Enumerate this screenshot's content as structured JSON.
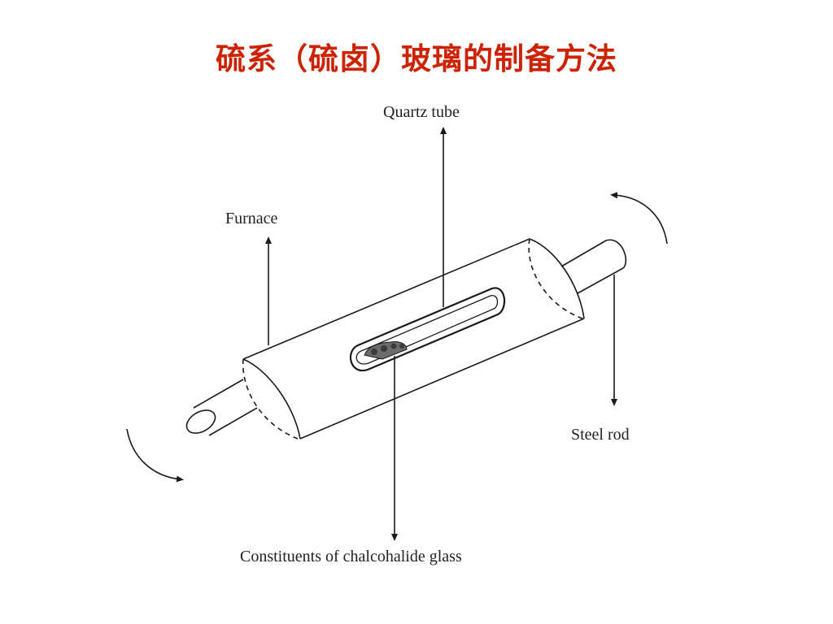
{
  "slide": {
    "title": "硫系（硫卤）玻璃的制备方法",
    "title_color": "#cc2200"
  },
  "diagram": {
    "labels": {
      "quartz_tube": "Quartz tube",
      "furnace": "Furnace",
      "steel_rod": "Steel rod",
      "constituents": "Constituents of chalcohalide glass"
    },
    "line_color": "#1a1a1a"
  }
}
